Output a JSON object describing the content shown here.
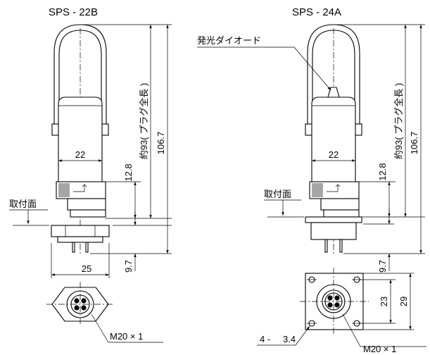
{
  "left_view": {
    "title": "SPS - 22B",
    "dim_body": "22",
    "dim_plug": "12.8",
    "dim_total_plug": "約93( プラグ全長 )",
    "dim_total": "106.7",
    "mount_face": "取付面",
    "dim_nut": "25",
    "dim_pin": "9.7",
    "thread": "M20 × 1"
  },
  "right_view": {
    "title": "SPS - 24A",
    "led_label": "発光ダイオード",
    "dim_body": "22",
    "dim_plug": "12.8",
    "dim_total_plug": "約93( プラグ全長 )",
    "dim_total": "106.7",
    "mount_face": "取付面",
    "dim_pin": "9.7",
    "dim_hole_pitch": "23",
    "dim_flange": "29",
    "holes": "4 -",
    "hole_dia": "3.4",
    "thread": "M20 × 1"
  }
}
